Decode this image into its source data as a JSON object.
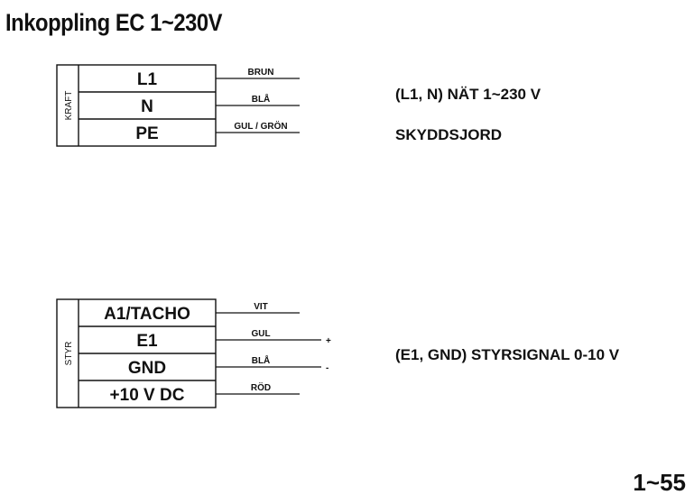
{
  "title": "Inkoppling EC 1~230V",
  "kraft": {
    "side_label": "KRAFT",
    "rows": [
      {
        "terminal": "L1",
        "wire": "BRUN"
      },
      {
        "terminal": "N",
        "wire": "BLÅ"
      },
      {
        "terminal": "PE",
        "wire": "GUL / GRÖN"
      }
    ],
    "desc_mains": "(L1, N) NÄT 1~230 V",
    "desc_earth": "SKYDDSJORD"
  },
  "styr": {
    "side_label": "STYR",
    "rows": [
      {
        "terminal": "A1/TACHO",
        "wire": "VIT"
      },
      {
        "terminal": "E1",
        "wire": "GUL",
        "polarity": "+"
      },
      {
        "terminal": "GND",
        "wire": "BLÅ",
        "polarity": "-"
      },
      {
        "terminal": "+10 V DC",
        "wire": "RÖD"
      }
    ],
    "desc_signal": "(E1, GND) STYRSIGNAL 0-10 V"
  },
  "page_number": "1~55"
}
